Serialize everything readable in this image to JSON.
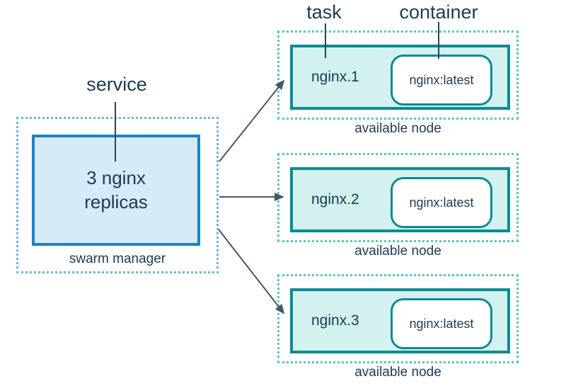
{
  "diagram": {
    "title_labels": {
      "service": "service",
      "task": "task",
      "container": "container"
    },
    "manager": {
      "service_text": "3 nginx replicas",
      "caption": "swarm manager"
    },
    "nodes": [
      {
        "task": "nginx.1",
        "container_image": "nginx:latest",
        "caption": "available node"
      },
      {
        "task": "nginx.2",
        "container_image": "nginx:latest",
        "caption": "available node"
      },
      {
        "task": "nginx.3",
        "container_image": "nginx:latest",
        "caption": "available node"
      }
    ],
    "colors": {
      "text": "#1e3a52",
      "manager_border": "#1a84c7",
      "manager_fill": "#d6eaf8",
      "manager_dotted_border": "#6fb3e0",
      "node_border": "#0d8a93",
      "node_fill": "#d2f1ef",
      "node_dotted_border": "#5cc4be",
      "container_fill": "#ffffff",
      "arrow": "#44576b"
    }
  }
}
